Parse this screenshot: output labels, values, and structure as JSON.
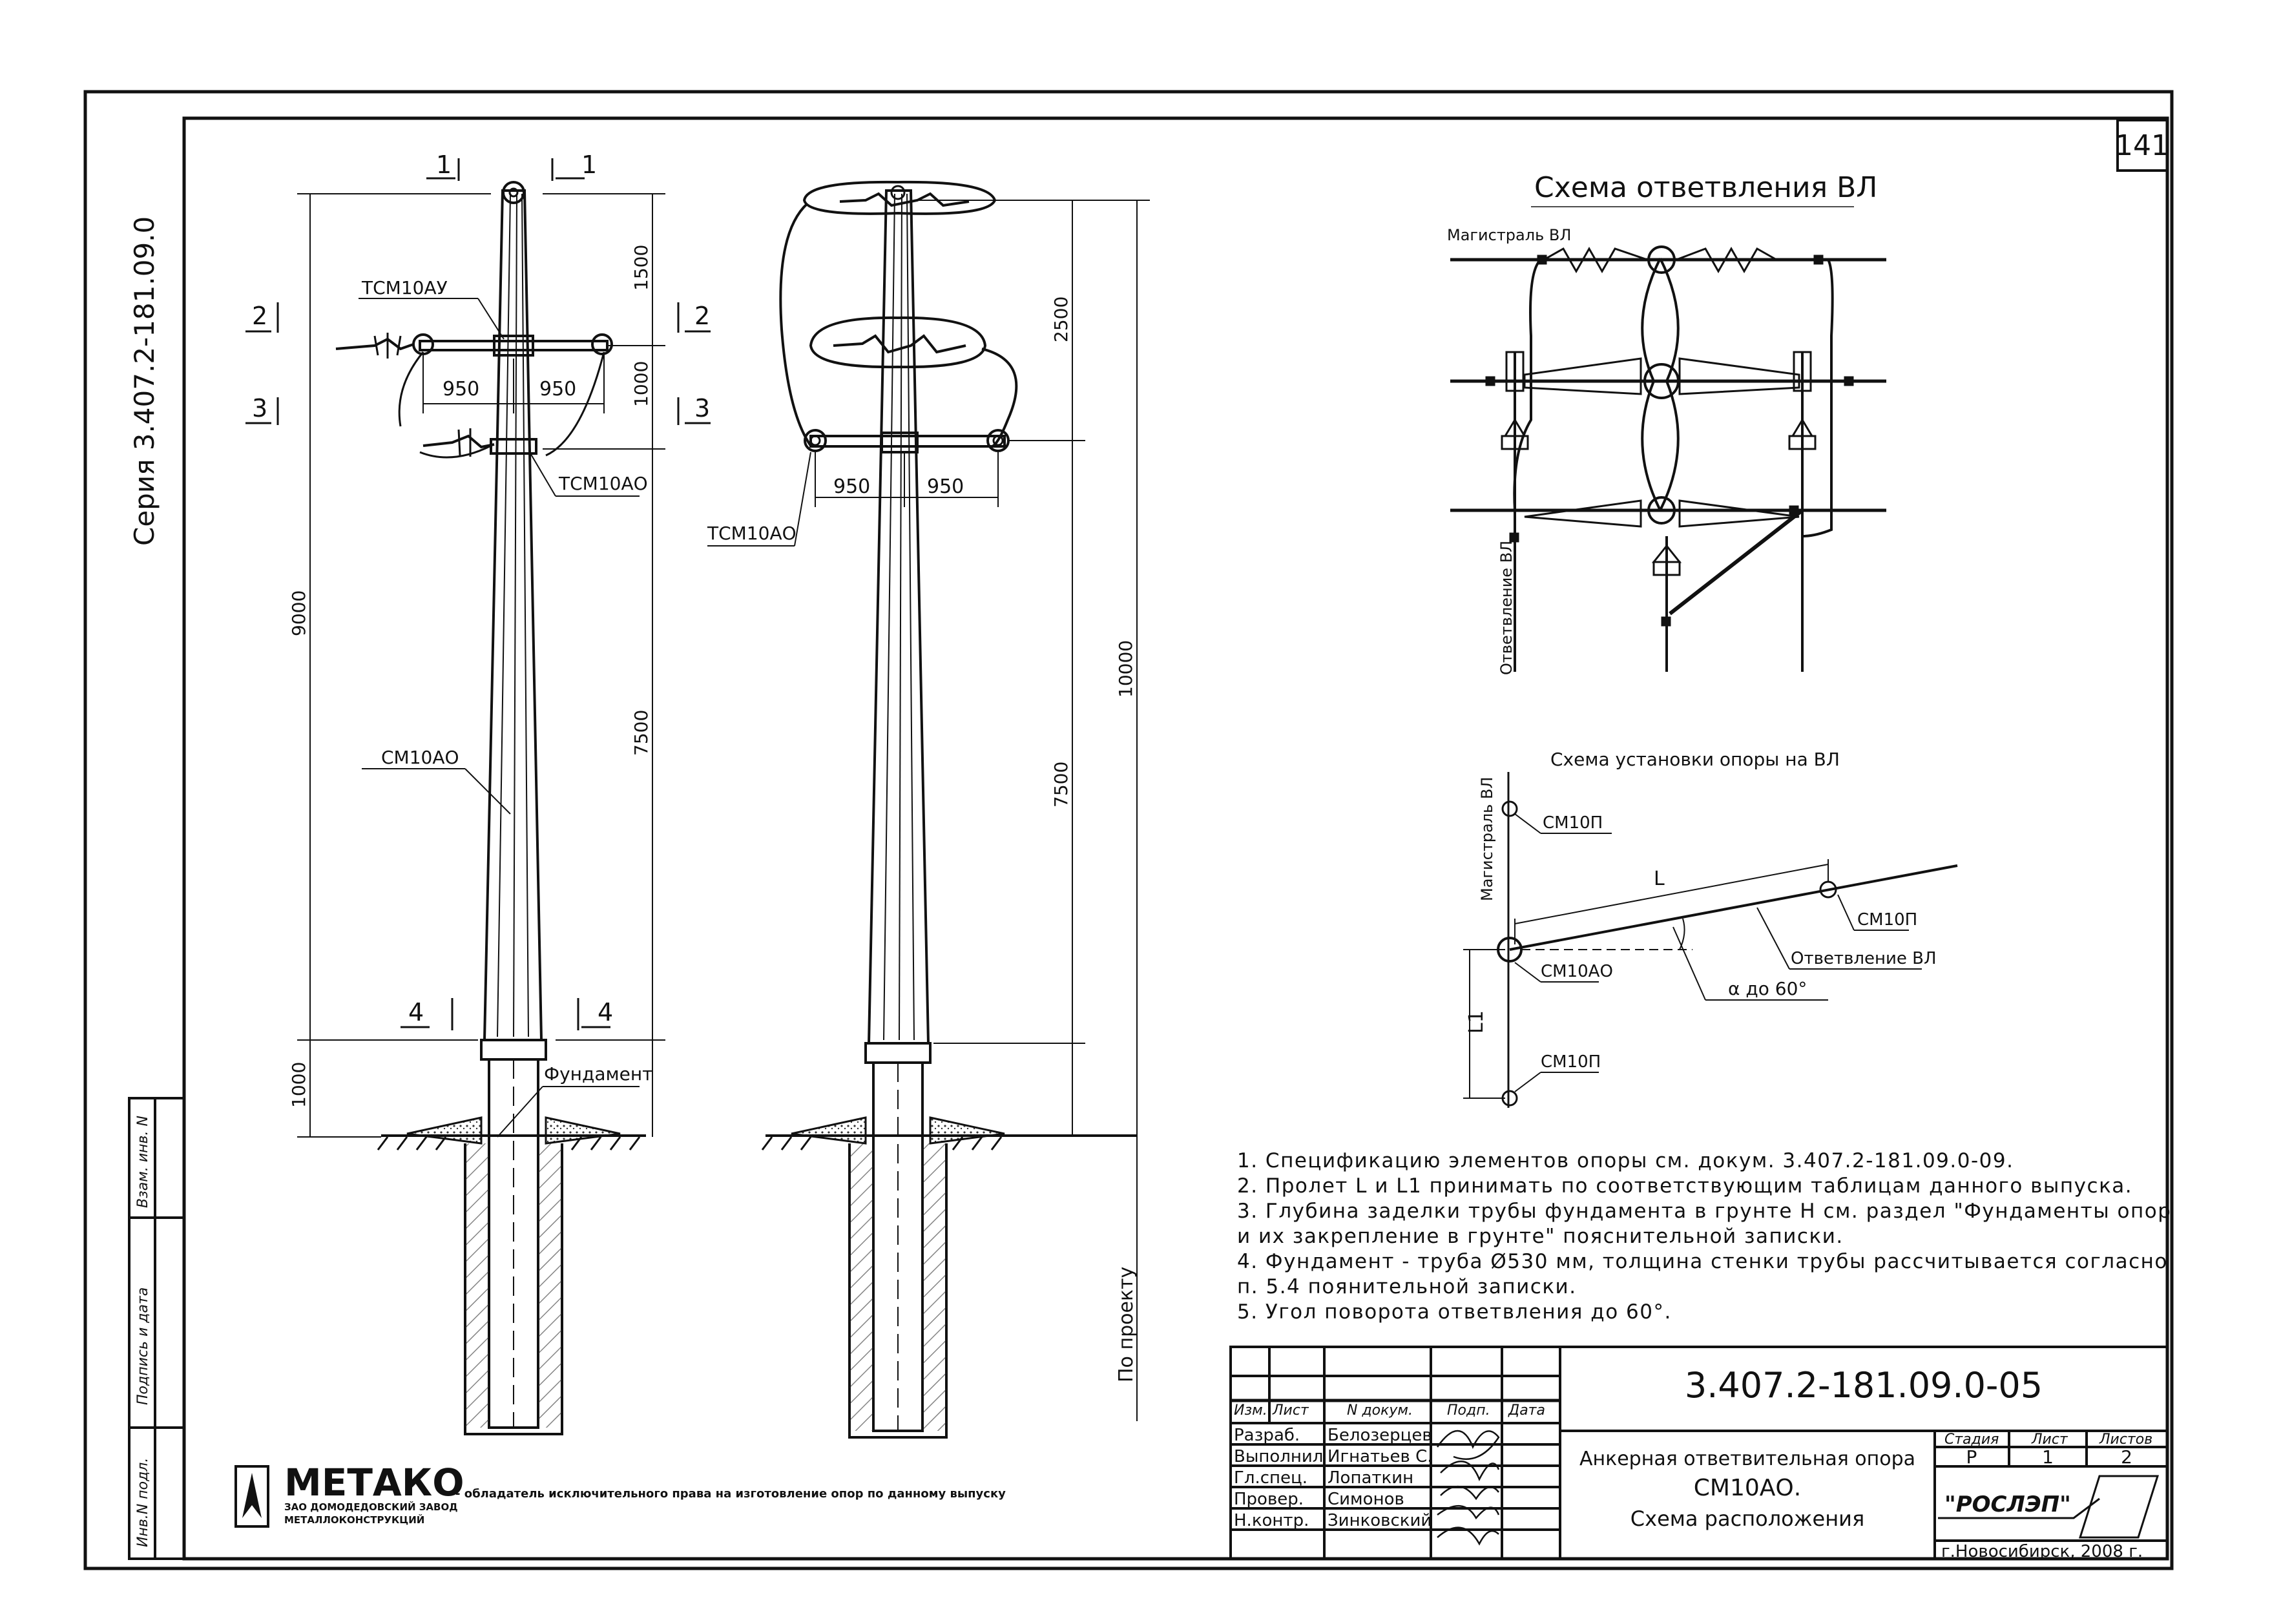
{
  "sheet_number": "141",
  "series_label": "Серия 3.407.2-181.09.0",
  "left_stamp": {
    "inv_replace": "Взам. инв. N",
    "sign_date": "Подпись и дата",
    "inv_orig": "Инв.N подл."
  },
  "sections": [
    "1",
    "1",
    "2",
    "2",
    "3",
    "3",
    "4",
    "4"
  ],
  "labels": {
    "tsm10au": "ТСМ10АУ",
    "tsm10ao_left": "ТСМ10АО",
    "tsm10ao_right": "ТСМ10АО",
    "sm10ao": "СМ10АО",
    "foundation": "Фундамент",
    "by_project": "По проекту"
  },
  "dimensions": {
    "d1500": "1500",
    "d1000_top": "1000",
    "d950_a": "950",
    "d950_b": "950",
    "d950_c": "950",
    "d950_d": "950",
    "d9000": "9000",
    "d7500_left": "7500",
    "d1000_bottom": "1000",
    "d2500": "2500",
    "d10000": "10000",
    "d7500_right": "7500"
  },
  "branch_scheme": {
    "title": "Схема ответвления ВЛ",
    "main_line": "Магистраль ВЛ",
    "branch": "Ответвление ВЛ"
  },
  "install_scheme": {
    "title": "Схема установки опоры на ВЛ",
    "main_line": "Магистраль ВЛ",
    "sm10p_top": "СМ10П",
    "sm10p_right": "СМ10П",
    "sm10p_bottom": "СМ10П",
    "sm10ao": "СМ10АО",
    "branch": "Ответвление ВЛ",
    "L": "L",
    "L1": "L1",
    "angle": "α до 60°"
  },
  "notes": [
    "1. Спецификацию элементов опоры см. докум.   3.407.2-181.09.0-09.",
    "2. Пролет L и L1 принимать по соответствующим таблицам данного выпуска.",
    "3. Глубина заделки трубы фундамента в грунте H см. раздел \"Фундаменты опор",
    "    и их закрепление в грунте\" пояснительной записки.",
    "4. Фундамент - труба Ø530 мм, толщина стенки трубы рассчитывается согласно",
    "    п. 5.4 поянительной записки.",
    "5. Угол поворота ответвления до 60°."
  ],
  "title_block": {
    "doc_code": "3.407.2-181.09.0-05",
    "headers": [
      "Изм.",
      "Лист",
      "N докум.",
      "Подп.",
      "Дата"
    ],
    "roles": [
      "Разраб.",
      "Выполнил",
      "Гл.спец.",
      "Провер.",
      "Н.контр."
    ],
    "names": [
      "Белозерцев",
      "Игнатьев С.",
      "Лопаткин",
      "Симонов",
      "Зинковский"
    ],
    "title_line1": "Анкерная ответвительная опора",
    "title_line2": "СМ10АО.",
    "title_line3": "Схема расположения",
    "stage_header": "Стадия",
    "sheet_header": "Лист",
    "sheets_header": "Листов",
    "stage": "Р",
    "sheet": "1",
    "sheets": "2",
    "org": "\"РОСЛЭП\"",
    "city_year": "г.Новосибирск, 2008 г."
  },
  "metako": {
    "name": "МЕТАКО",
    "sub1": "ЗАО ДОМОДЕДОВСКИЙ ЗАВОД",
    "sub2": "МЕТАЛЛОКОНСТРУКЦИЙ",
    "rights": "- обладатель исключительного права на изготовление опор по данному выпуску"
  }
}
